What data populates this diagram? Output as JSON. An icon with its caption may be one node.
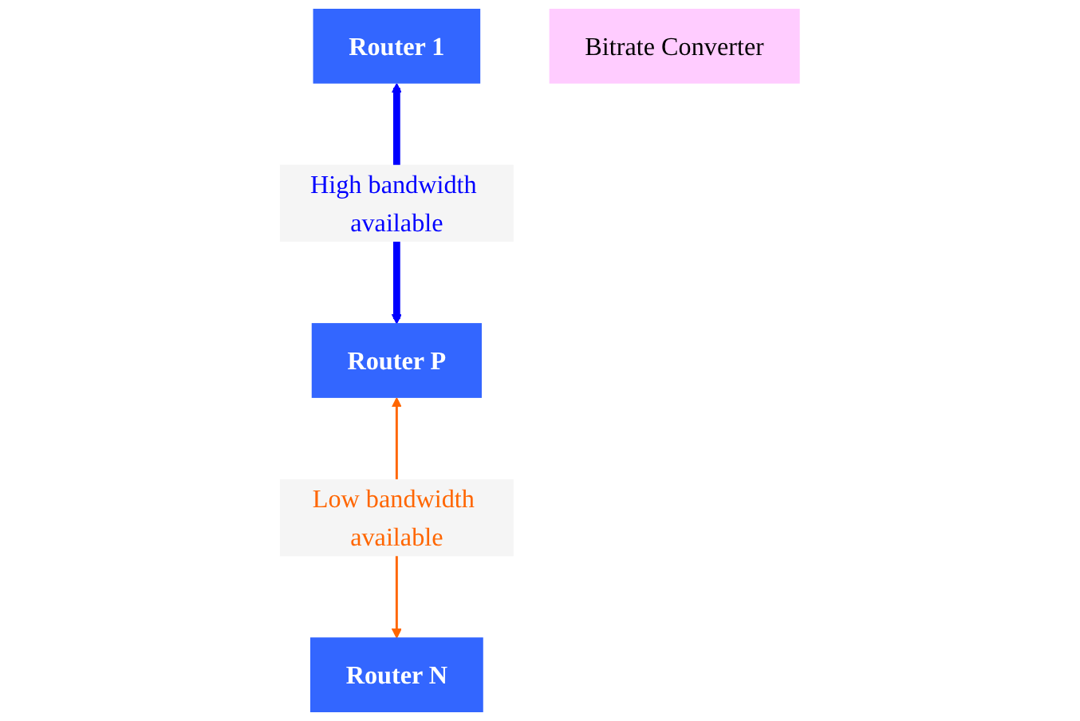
{
  "diagram": {
    "nodes": [
      {
        "text": [
          "Router 1"
        ]
      },
      {
        "text": [
          "Router P"
        ]
      },
      {
        "text": [
          "Bitrate Converter"
        ]
      },
      {
        "text": [
          "Router N"
        ]
      }
    ],
    "edges": [
      {
        "from": 0,
        "to": 1,
        "arrow": "both",
        "label": "High bandwidth available",
        "style": "thick",
        "color": "#0000ff"
      },
      {
        "from": 1,
        "to": 3,
        "arrow": "both",
        "label": "Low bandwidth available",
        "color": "#ff6600"
      }
    ]
  }
}
